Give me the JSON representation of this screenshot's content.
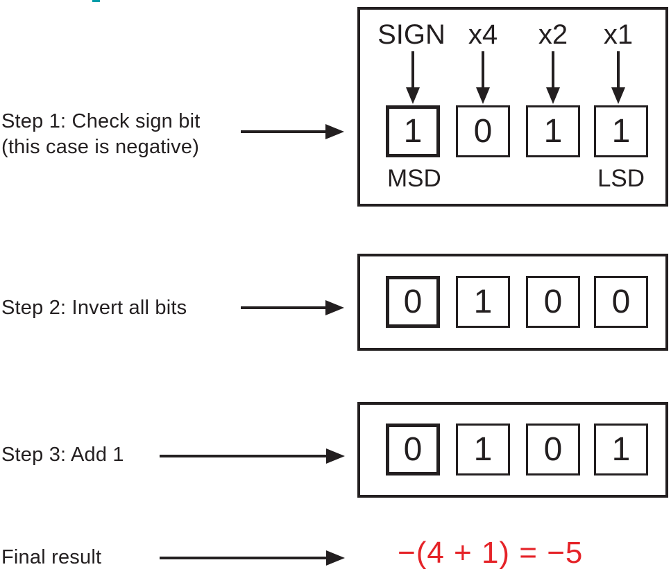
{
  "colors": {
    "ink": "#231f20",
    "red": "#e52328",
    "teal": "#009ca8",
    "background": "#ffffff"
  },
  "diagram": {
    "step1": {
      "label_line1": "Step 1: Check sign bit",
      "label_line2": "(this case is negative)",
      "column_labels": [
        "SIGN",
        "x4",
        "x2",
        "x1"
      ],
      "bits": [
        "1",
        "0",
        "1",
        "1"
      ],
      "msd_label": "MSD",
      "lsd_label": "LSD"
    },
    "step2": {
      "label": "Step 2: Invert all bits",
      "bits": [
        "0",
        "1",
        "0",
        "0"
      ]
    },
    "step3": {
      "label": "Step 3: Add 1",
      "bits": [
        "0",
        "1",
        "0",
        "1"
      ]
    },
    "final": {
      "label": "Final result",
      "result": "−(4 + 1) = −5"
    }
  }
}
